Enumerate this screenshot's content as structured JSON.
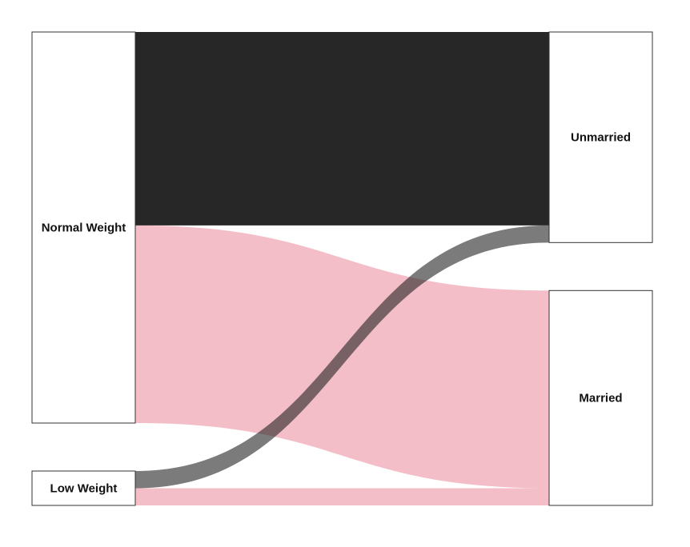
{
  "chart_data": {
    "type": "sankey",
    "nodes": [
      {
        "id": "normal",
        "label": "Normal Weight",
        "side": "left",
        "value": 91
      },
      {
        "id": "low",
        "label": "Low Weight",
        "side": "left",
        "value": 8
      },
      {
        "id": "unmarried",
        "label": "Unmarried",
        "side": "right",
        "value": 49
      },
      {
        "id": "married",
        "label": "Married",
        "side": "right",
        "value": 50
      }
    ],
    "links": [
      {
        "source": "normal",
        "target": "unmarried",
        "value": 45,
        "color": "#232323"
      },
      {
        "source": "normal",
        "target": "married",
        "value": 46,
        "color": "#f4bec8"
      },
      {
        "source": "low",
        "target": "unmarried",
        "value": 4,
        "color": "#232323"
      },
      {
        "source": "low",
        "target": "married",
        "value": 4,
        "color": "#f4bec8"
      }
    ],
    "colors": {
      "unmarried": "#232323",
      "married": "#f4bec8",
      "node_fill": "#ffffff",
      "node_stroke": "#333333"
    }
  }
}
